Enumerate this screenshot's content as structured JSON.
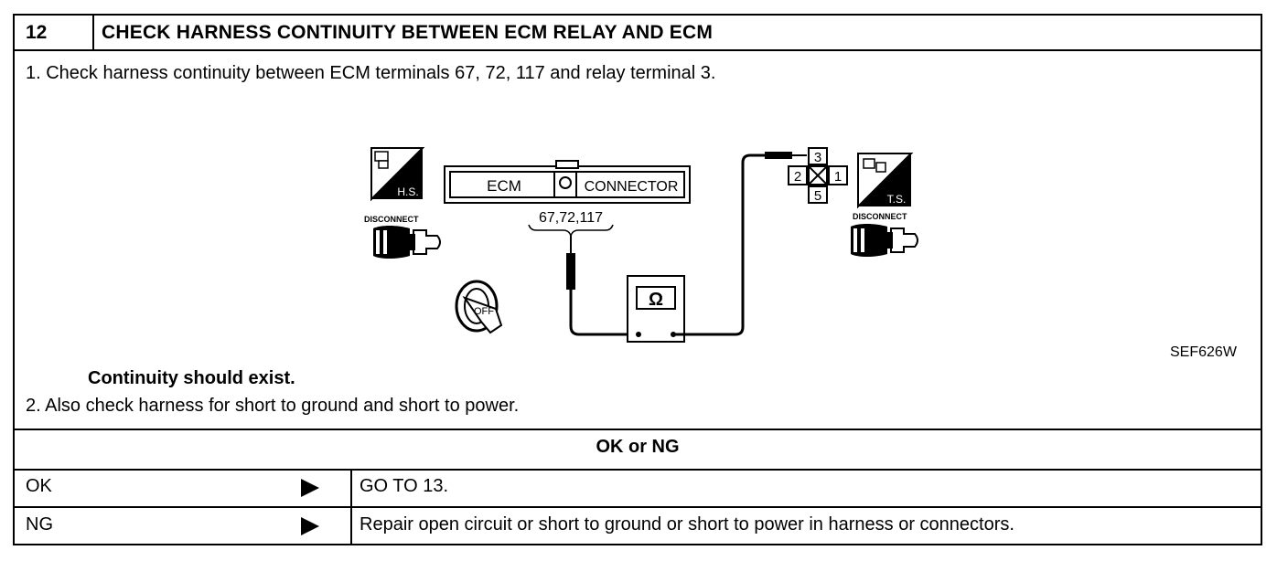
{
  "header": {
    "step_number": "12",
    "title": "CHECK HARNESS CONTINUITY BETWEEN ECM RELAY AND ECM"
  },
  "instructions": {
    "step1": "1.  Check harness continuity between ECM terminals 67, 72, 117 and relay terminal 3.",
    "result": "Continuity should exist.",
    "step2": "2.  Also check harness for short to ground and short to power."
  },
  "diagram": {
    "hs_label": "H.S.",
    "ts_label": "T.S.",
    "disconnect_left": "DISCONNECT",
    "disconnect_right": "DISCONNECT",
    "ecm_label": "ECM",
    "connector_label": "CONNECTOR",
    "ecm_terminals": "67,72,117",
    "relay_terminal_top": "3",
    "relay_terminal_left": "2",
    "relay_terminal_right": "1",
    "relay_terminal_bottom": "5",
    "ignition_label": "OFF",
    "meter_symbol": "Ω",
    "figure_code": "SEF626W"
  },
  "decision": {
    "heading": "OK or NG",
    "rows": [
      {
        "result": "OK",
        "action": "GO TO 13."
      },
      {
        "result": "NG",
        "action": "Repair open circuit or short to ground or short to power in harness or connectors."
      }
    ]
  }
}
